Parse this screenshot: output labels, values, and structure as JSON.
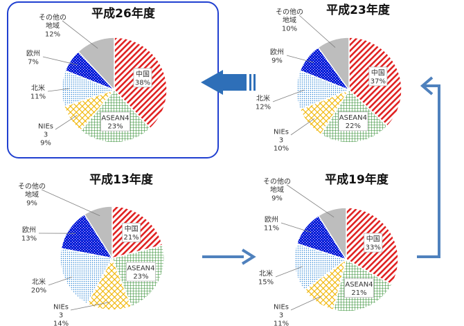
{
  "colors": {
    "china": "#e02020",
    "asean": "#2e8b2e",
    "nies": "#f0b400",
    "na": "#2e86d6",
    "eu": "#0018d8",
    "other": "#bdbdbd",
    "arrow": "#4f81bd",
    "highlight_frame": "#1f3fd0"
  },
  "chart_data": [
    {
      "type": "pie",
      "title": "平成13年度",
      "slices": [
        {
          "key": "china",
          "label": "中国",
          "value": 21,
          "pct": "21%"
        },
        {
          "key": "asean",
          "label": "ASEAN4",
          "value": 23,
          "pct": "23%"
        },
        {
          "key": "nies",
          "label": "NIEs3",
          "value": 14,
          "pct": "14%"
        },
        {
          "key": "na",
          "label": "北米",
          "value": 20,
          "pct": "20%"
        },
        {
          "key": "eu",
          "label": "欧州",
          "value": 13,
          "pct": "13%"
        },
        {
          "key": "other",
          "label": "その他の地域",
          "value": 9,
          "pct": "9%"
        }
      ]
    },
    {
      "type": "pie",
      "title": "平成19年度",
      "slices": [
        {
          "key": "china",
          "label": "中国",
          "value": 33,
          "pct": "33%"
        },
        {
          "key": "asean",
          "label": "ASEAN4",
          "value": 21,
          "pct": "21%"
        },
        {
          "key": "nies",
          "label": "NIEs3",
          "value": 11,
          "pct": "11%"
        },
        {
          "key": "na",
          "label": "北米",
          "value": 15,
          "pct": "15%"
        },
        {
          "key": "eu",
          "label": "欧州",
          "value": 11,
          "pct": "11%"
        },
        {
          "key": "other",
          "label": "その他の地域",
          "value": 9,
          "pct": "9%"
        }
      ]
    },
    {
      "type": "pie",
      "title": "平成23年度",
      "slices": [
        {
          "key": "china",
          "label": "中国",
          "value": 37,
          "pct": "37%"
        },
        {
          "key": "asean",
          "label": "ASEAN4",
          "value": 22,
          "pct": "22%"
        },
        {
          "key": "nies",
          "label": "NIEs3",
          "value": 10,
          "pct": "10%"
        },
        {
          "key": "na",
          "label": "北米",
          "value": 12,
          "pct": "12%"
        },
        {
          "key": "eu",
          "label": "欧州",
          "value": 9,
          "pct": "9%"
        },
        {
          "key": "other",
          "label": "その他の地域",
          "value": 10,
          "pct": "10%"
        }
      ]
    },
    {
      "type": "pie",
      "title": "平成26年度",
      "highlighted": true,
      "slices": [
        {
          "key": "china",
          "label": "中国",
          "value": 38,
          "pct": "38%"
        },
        {
          "key": "asean",
          "label": "ASEAN4",
          "value": 23,
          "pct": "23%"
        },
        {
          "key": "nies",
          "label": "NIEs3",
          "value": 9,
          "pct": "9%"
        },
        {
          "key": "na",
          "label": "北米",
          "value": 11,
          "pct": "11%"
        },
        {
          "key": "eu",
          "label": "欧州",
          "value": 7,
          "pct": "7%"
        },
        {
          "key": "other",
          "label": "その他の地域",
          "value": 12,
          "pct": "12%"
        }
      ]
    }
  ]
}
